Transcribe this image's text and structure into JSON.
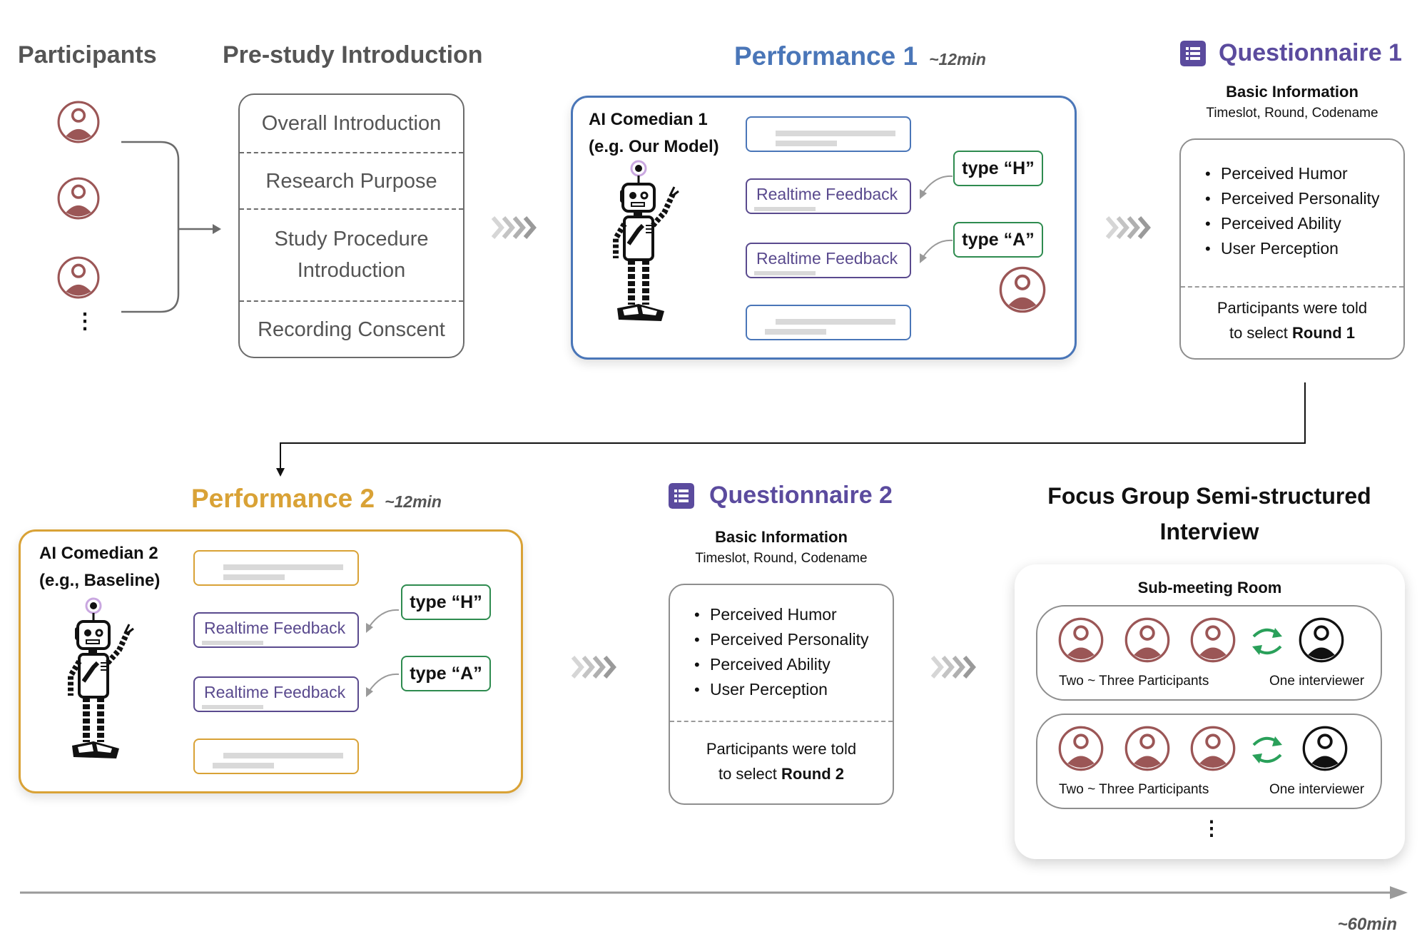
{
  "participants": {
    "title": "Participants",
    "icon_color": "#9b5656",
    "icons": [
      "participant-icon",
      "participant-icon",
      "participant-icon"
    ],
    "more": "⋮"
  },
  "pre_study": {
    "title": "Pre-study Introduction",
    "sections": [
      "Overall Introduction",
      "Research Purpose",
      "Study Procedure Introduction",
      "Recording Conscent"
    ]
  },
  "performance1": {
    "title": "Performance 1",
    "duration": "~12min",
    "color": "#4a76b8",
    "ai_name_line1": "AI Comedian 1",
    "ai_name_line2": "(e.g. Our Model)",
    "feedback_label": "Realtime Feedback",
    "type_h": "type “H”",
    "type_a": "type “A”"
  },
  "questionnaire1": {
    "title": "Questionnaire 1",
    "basic_title": "Basic Information",
    "basic_fields": "Timeslot, Round, Codename",
    "items": [
      "Perceived Humor",
      "Perceived Personality",
      "Perceived Ability",
      "User Perception"
    ],
    "note_prefix": "Participants were told",
    "note_line2": "to select ",
    "note_bold": "Round 1"
  },
  "performance2": {
    "title": "Performance 2",
    "duration": "~12min",
    "color": "#d9a236",
    "ai_name_line1": "AI Comedian 2",
    "ai_name_line2": "(e.g., Baseline)",
    "feedback_label": "Realtime Feedback",
    "type_h": "type “H”",
    "type_a": "type “A”"
  },
  "questionnaire2": {
    "title": "Questionnaire 2",
    "basic_title": "Basic Information",
    "basic_fields": "Timeslot, Round, Codename",
    "items": [
      "Perceived Humor",
      "Perceived Personality",
      "Perceived Ability",
      "User Perception"
    ],
    "note_prefix": "Participants were told",
    "note_line2": "to select ",
    "note_bold": "Round 2"
  },
  "focus_group": {
    "title_line1": "Focus Group Semi-structured",
    "title_line2": "Interview",
    "room_title": "Sub-meeting Room",
    "rooms": [
      {
        "participants_label": "Two ~ Three Participants",
        "interviewer_label": "One interviewer"
      },
      {
        "participants_label": "Two ~ Three Participants",
        "interviewer_label": "One interviewer"
      }
    ],
    "more": "⋮"
  },
  "timeline": {
    "total": "~60min"
  },
  "colors": {
    "participant": "#9b5656",
    "questionnaire": "#5b4b9e",
    "type_border": "#2e8b4f",
    "feedback_text": "#5a4a8e",
    "swap_arrows": "#2aa05a"
  }
}
